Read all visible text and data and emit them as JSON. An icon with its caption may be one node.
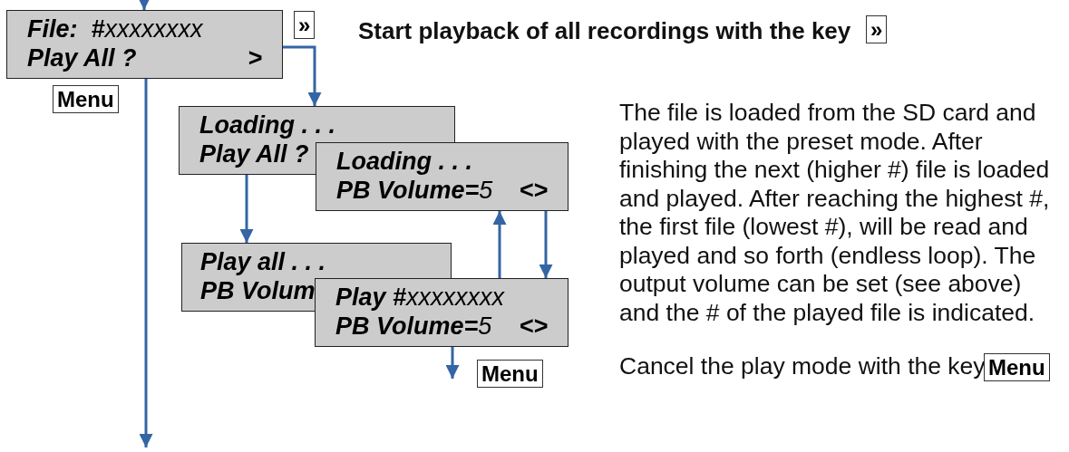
{
  "diagram": {
    "nodes": [
      {
        "text": [
          "**File:  #**xxxxxxxx",
          "Play All ?",
          ">"
        ]
      },
      {
        "text": [
          "Loading . . .",
          "Play All ?"
        ]
      },
      {
        "text": [
          "Loading . . .",
          "**PB Volume=**5",
          "<>"
        ]
      },
      {
        "text": [
          "Play all . . .",
          "PB Volum"
        ]
      },
      {
        "text": [
          "**Play #**xxxxxxxx",
          "**PB Volume=**5",
          "<>"
        ]
      }
    ],
    "edges": [
      {
        "from": null,
        "to": 0,
        "arrow": "to"
      },
      {
        "from": 0,
        "to": 1,
        "arrow": "to",
        "label": "»"
      },
      {
        "from": 0,
        "to": null,
        "arrow": "to",
        "label": "Menu"
      },
      {
        "from": 1,
        "to": 3,
        "arrow": "to"
      },
      {
        "from": 4,
        "to": 2,
        "arrow": "to"
      },
      {
        "from": 2,
        "to": 4,
        "arrow": "to"
      },
      {
        "from": 4,
        "to": null,
        "arrow": "to",
        "label": "Menu"
      }
    ],
    "labels": [
      "Start playback of all recordings with the key",
      "»",
      "The file is loaded from the SD card and played with the preset mode. After finishing the next (higher #) file is loaded and played. After reaching the highest #, the first file (lowest #), will be read and played and so forth (endless loop). The output volume can be set (see above) and the # of the played file is indicated.",
      "Cancel the play mode with the key",
      "Menu"
    ]
  }
}
